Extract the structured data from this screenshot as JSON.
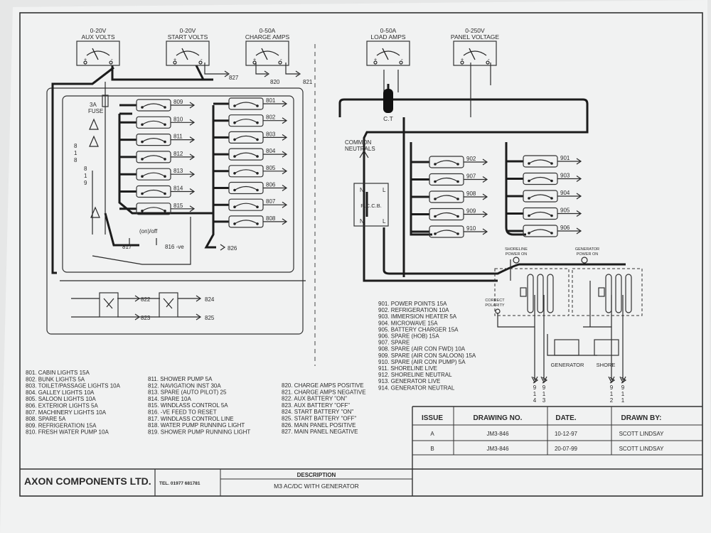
{
  "meters_left": [
    {
      "range": "0-20V",
      "name": "AUX VOLTS"
    },
    {
      "range": "0-20V",
      "name": "START VOLTS"
    },
    {
      "range": "0-50A",
      "name": "CHARGE AMPS"
    }
  ],
  "meters_right": [
    {
      "range": "0-50A",
      "name": "LOAD AMPS"
    },
    {
      "range": "0-250V",
      "name": "PANEL VOLTAGE"
    }
  ],
  "meter_terminals": {
    "plus": "+",
    "minus": "-"
  },
  "wire_labels": {
    "w827": "827",
    "w820": "820",
    "w821": "821",
    "w826": "826",
    "w817": "817",
    "w816": "816 -ve",
    "on_off": "(on)/off",
    "w822": "822",
    "w823": "823",
    "w824": "824",
    "w825": "825"
  },
  "fuse": {
    "amps": "3A",
    "label": "FUSE"
  },
  "vertical_labels": {
    "left_a": "8\n1\n8",
    "left_b": "8\n1\n9"
  },
  "dc_breakers_left": [
    "809",
    "810",
    "811",
    "812",
    "813",
    "814",
    "815"
  ],
  "dc_breakers_right": [
    "801",
    "802",
    "803",
    "804",
    "805",
    "806",
    "807",
    "808"
  ],
  "ct_label": "C.T",
  "common_neutrals": "COMMON\nNEUTRALS",
  "rccb": {
    "label": "R.C.C.B.",
    "n": "N",
    "l": "L"
  },
  "ac_breakers_left": [
    "902",
    "907",
    "908",
    "909",
    "910"
  ],
  "ac_breakers_right": [
    "901",
    "903",
    "904",
    "905",
    "906"
  ],
  "shoreline_power_on": "SHORELINE\nPOWER ON",
  "generator_power_on": "GENERATOR\nPOWER ON",
  "correct_polarity": "CORRECT\nPOLARITY",
  "switch_labels": {
    "generator": "GENERATOR",
    "shore": "SHORE"
  },
  "output_numbers": [
    [
      "9",
      "1",
      "4"
    ],
    [
      "9",
      "1",
      "3"
    ],
    [
      "9",
      "1",
      "2"
    ],
    [
      "9",
      "1",
      "1"
    ]
  ],
  "legend_dc_a": [
    "801. CABIN LIGHTS 15A",
    "802. BUNK LIGHTS 5A",
    "803. TOILET/PASSAGE LIGHTS 10A",
    "804. GALLEY LIGHTS 10A",
    "805. SALOON LIGHTS 10A",
    "806. EXTERIOR LIGHTS 5A",
    "807. MACHINERY LIGHTS 10A",
    "808. SPARE 5A",
    "809. REFRIGERATION 15A",
    "810. FRESH WATER PUMP 10A"
  ],
  "legend_dc_b": [
    "811. SHOWER PUMP 5A",
    "812. NAVIGATION INST 30A",
    "813. SPARE (AUTO PILOT) 25",
    "814. SPARE 10A",
    "815. WINDLASS CONTROL 5A",
    "816. -VE FEED TO RESET",
    "817. WINDLASS CONTROL  LINE",
    "818. WATER PUMP RUNNING LIGHT",
    "819. SHOWER PUMP RUNNING LIGHT"
  ],
  "legend_dc_c": [
    "820. CHARGE AMPS POSITIVE",
    "821. CHARGE AMPS NEGATIVE",
    "822. AUX BATTERY \"ON\"",
    "823. AUX BATTERY \"OFF\"",
    "824. START BATTERY \"ON\"",
    "825. START BATTERY \"OFF\"",
    "826. MAIN PANEL POSITIVE",
    "827. MAIN PANEL NEGATIVE"
  ],
  "legend_ac": [
    "901. POWER POINTS 15A",
    "902. REFRIGERATION 10A",
    "903. IMMERSION HEATER 5A",
    "904. MICROWAVE 15A",
    "905. BATTERY CHARGER 15A",
    "906. SPARE (HOB) 15A",
    "907. SPARE",
    "908. SPARE (AIR CON FWD) 10A",
    "909. SPARE (AIR CON SALOON) 15A",
    "910. SPARE (AIR CON PUMP) 5A",
    "911. SHORELINE LIVE",
    "912. SHORELINE NEUTRAL",
    "913. GENERATOR LIVE",
    "914. GENERATOR NEUTRAL"
  ],
  "title_block": {
    "headers": [
      "ISSUE",
      "DRAWING NO.",
      "DATE.",
      "DRAWN BY:"
    ],
    "rows": [
      [
        "A",
        "JM3-846",
        "10-12-97",
        "SCOTT LINDSAY"
      ],
      [
        "B",
        "JM3-846",
        "20-07-99",
        "SCOTT LINDSAY"
      ]
    ]
  },
  "company": "AXON COMPONENTS LTD.",
  "tel": "TEL. 01977 681781",
  "description_header": "DESCRIPTION",
  "description": "M3 AC/DC WITH GENERATOR"
}
